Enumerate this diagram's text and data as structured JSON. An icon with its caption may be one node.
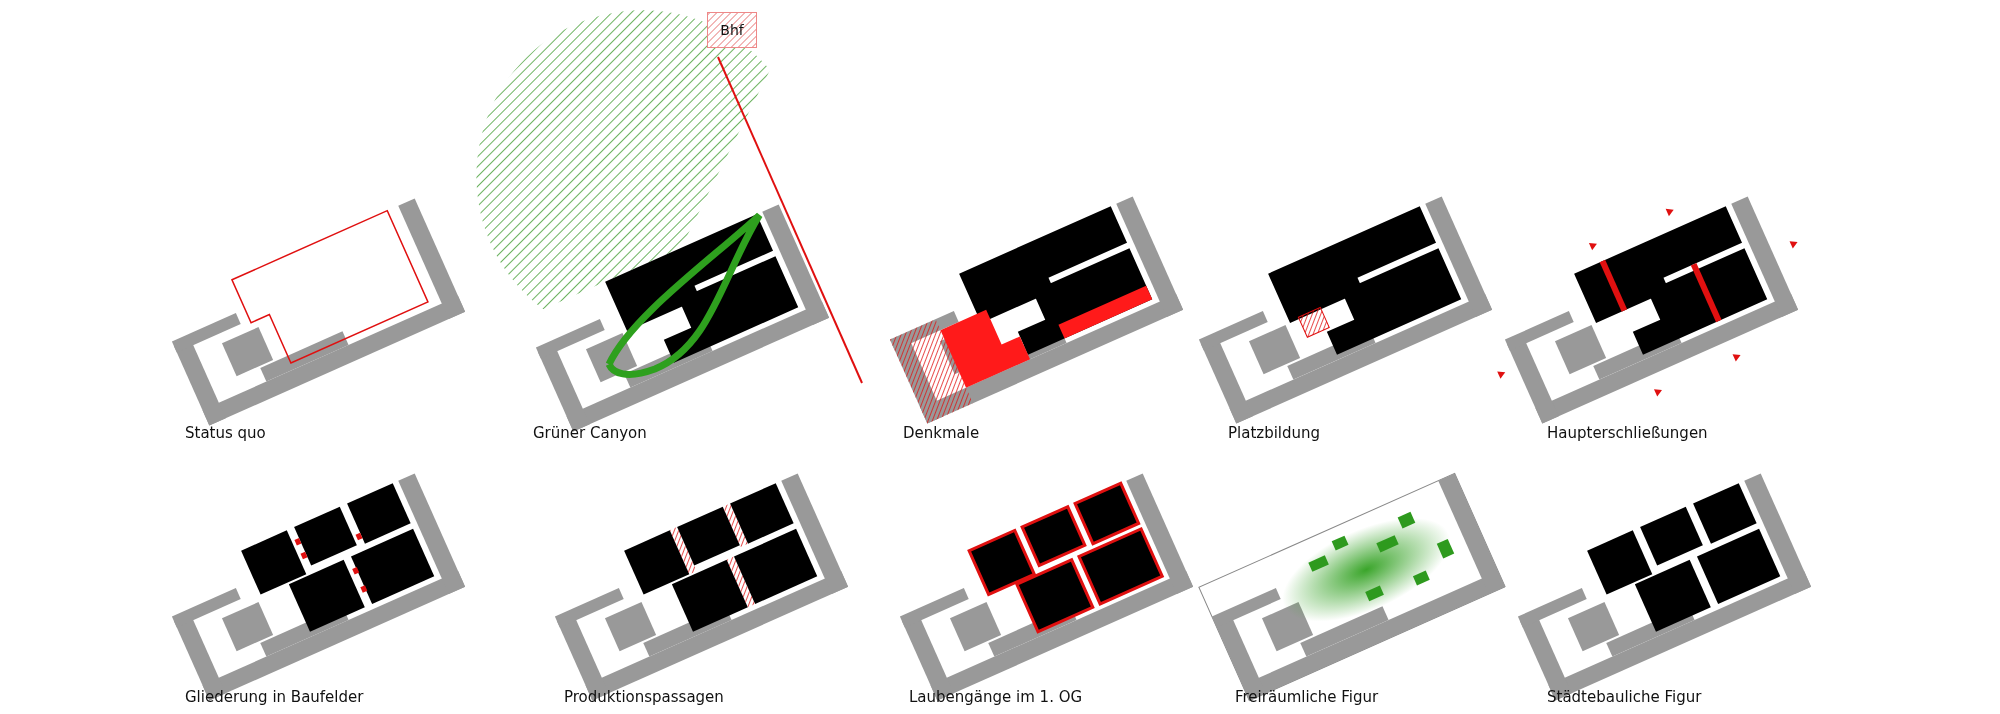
{
  "diagram": {
    "labels": [
      "Bhf",
      "Status quo",
      "Grüner Canyon",
      "Denkmale",
      "Platzbildung",
      "Haupterschließungen",
      "Gliederung in Baufelder",
      "Produktionspassagen",
      "Laubengänge im 1. OG",
      "Freiräumliche Figur",
      "Städtebauliche Figur"
    ]
  }
}
